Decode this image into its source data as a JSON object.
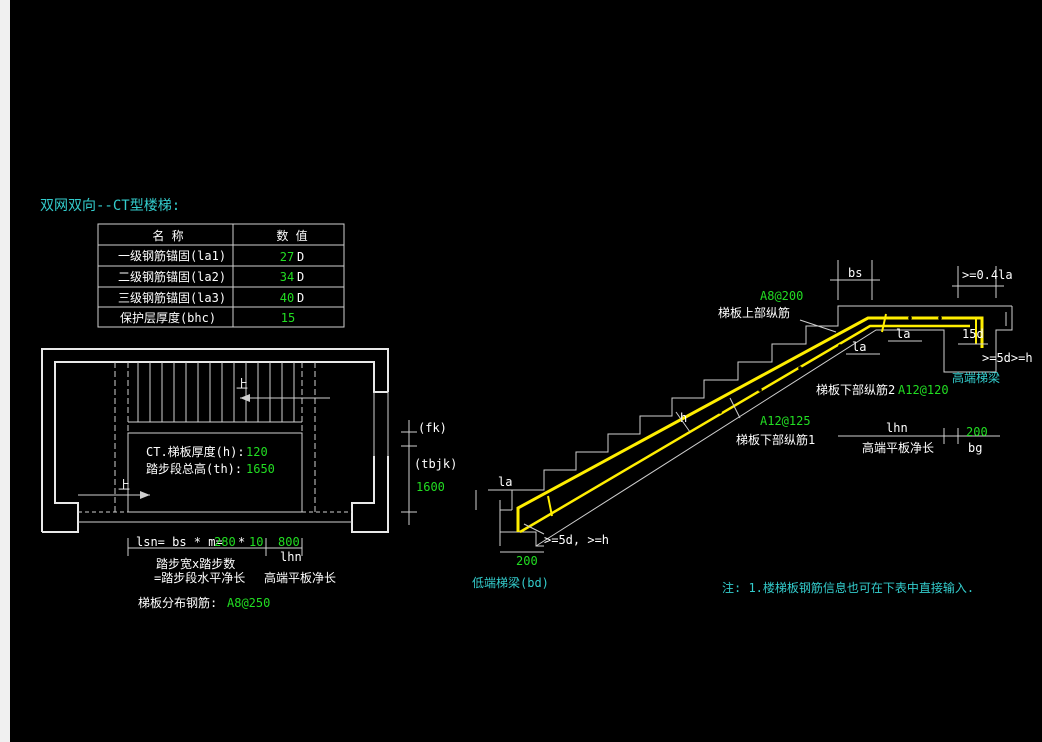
{
  "title": "双网双向--CT型楼梯:",
  "table": {
    "headers": [
      "名 称",
      "数 值"
    ],
    "rows": [
      {
        "name": "一级钢筋锚固(la1)",
        "value": "27",
        "unit": "D"
      },
      {
        "name": "二级钢筋锚固(la2)",
        "value": "34",
        "unit": "D"
      },
      {
        "name": "三级钢筋锚固(la3)",
        "value": "40",
        "unit": "D"
      },
      {
        "name": "保护层厚度(bhc)",
        "value": "15",
        "unit": ""
      }
    ]
  },
  "plan": {
    "up_arrow_1": "上",
    "up_arrow_2": "上",
    "thickness_label": "CT.梯板厚度(h):",
    "thickness_value": "120",
    "height_label": "踏步段总高(th):",
    "height_value": "1650",
    "fk": "(fk)",
    "tbjk": "(tbjk)",
    "tbjk_value": "1600",
    "lsn_label": "lsn= bs * m=",
    "bs_value": "280",
    "star": "*",
    "m_value": "10",
    "lhn_value": "800",
    "lhn_label": "lhn",
    "step_desc": "踏步宽x踏步数",
    "step_desc2": "=踏步段水平净长",
    "high_plate": "高端平板净长",
    "distribution_label": "梯板分布钢筋:",
    "distribution_value": "A8@250"
  },
  "section": {
    "bs": "bs",
    "ge04la": ">=0.4la",
    "top_rebar_spec": "A8@200",
    "top_rebar_label": "梯板上部纵筋",
    "la_top": "la",
    "la_top2": "la",
    "d15": "15d",
    "ge5d": ">=5d>=h",
    "high_beam": "高端梯梁",
    "bottom2_label": "梯板下部纵筋2",
    "bottom2_spec": "A12@120",
    "h": "h",
    "bottom1_spec": "A12@125",
    "bottom1_label": "梯板下部纵筋1",
    "lhn": "lhn",
    "lhn_desc": "高端平板净长",
    "dim200_right": "200",
    "bg": "bg",
    "la_low": "la",
    "ge5d_low": ">=5d, >=h",
    "dim200_left": "200",
    "low_beam": "低端梯梁(bd)",
    "note": "注: 1.楼梯板钢筋信息也可在下表中直接输入."
  },
  "colors": {
    "background": "#000000",
    "line": "#cfcfcf",
    "rebar": "#ffee00",
    "value_green": "#22dd22",
    "cyan": "#33cccc"
  }
}
